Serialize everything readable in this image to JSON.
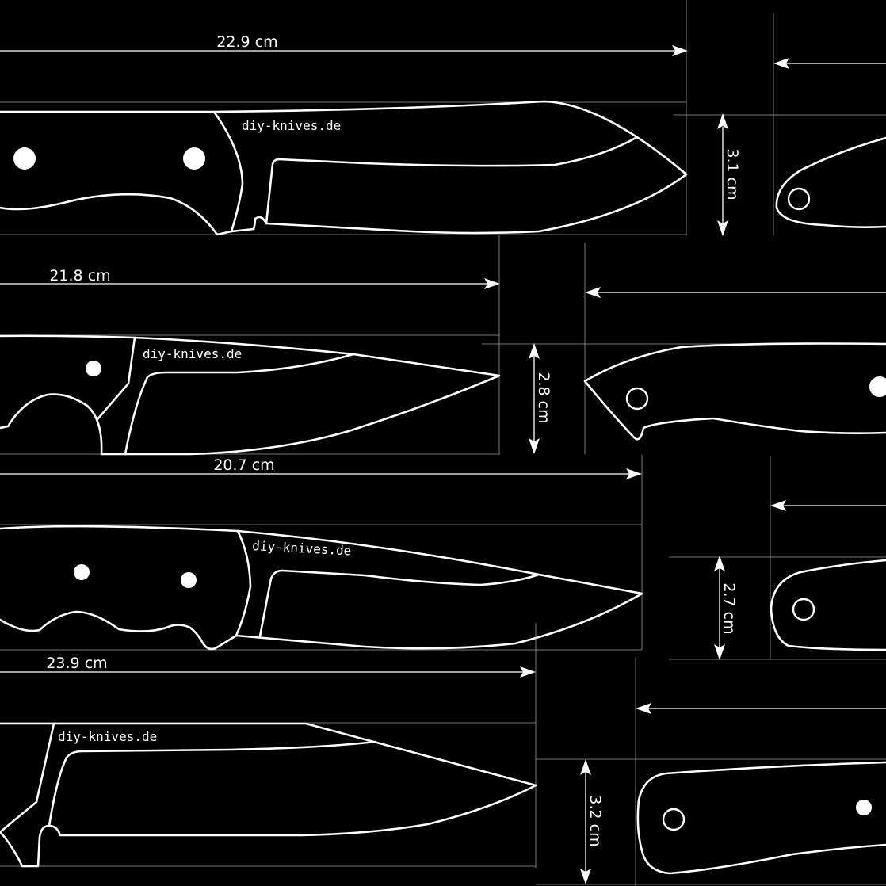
{
  "brand": "diy-knives.de",
  "knives": [
    {
      "length_label": "22.9 cm",
      "width_label": "3.1 cm",
      "watermark": "diy-knives.de"
    },
    {
      "length_label": "21.8 cm",
      "width_label": "2.8 cm",
      "watermark": "diy-knives.de"
    },
    {
      "length_label": "20.7 cm",
      "width_label": "2.7 cm",
      "watermark": "diy-knives.de"
    },
    {
      "length_label": "23.9 cm",
      "width_label": "3.2 cm",
      "watermark": "diy-knives.de"
    }
  ],
  "colors": {
    "background": "#000000",
    "line": "#ffffff",
    "guide": "#9a9a9a"
  }
}
